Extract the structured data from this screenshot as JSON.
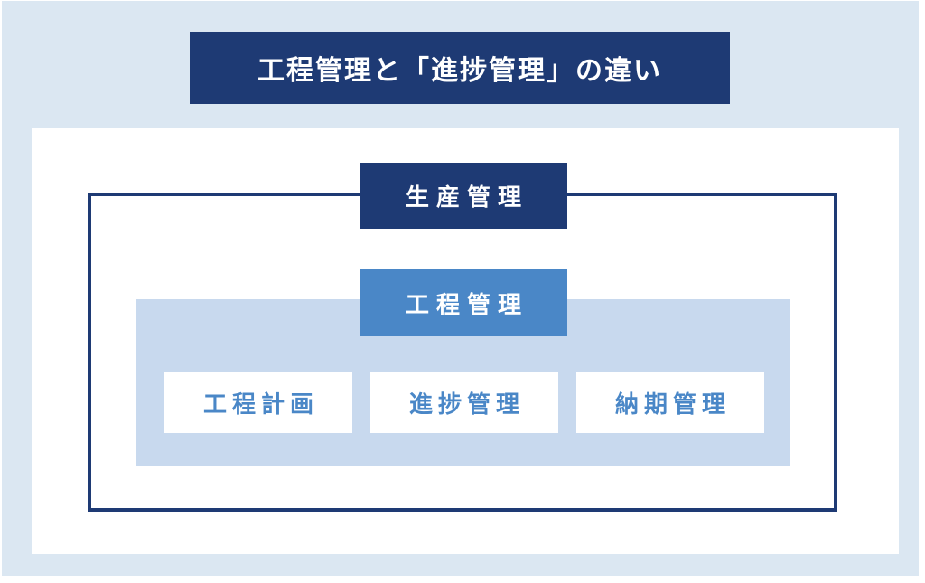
{
  "colors": {
    "navy": "#1e3a74",
    "blue": "#4a87c7",
    "page-blue": "#dbe7f2",
    "container-blue": "#c8d9ee"
  },
  "title": {
    "text": "工程管理と「進捗管理」の違い"
  },
  "diagram": {
    "production": {
      "label": "生産管理"
    },
    "process": {
      "label": "工程管理"
    },
    "sub_items": [
      {
        "label": "工程計画"
      },
      {
        "label": "進捗管理"
      },
      {
        "label": "納期管理"
      }
    ]
  }
}
